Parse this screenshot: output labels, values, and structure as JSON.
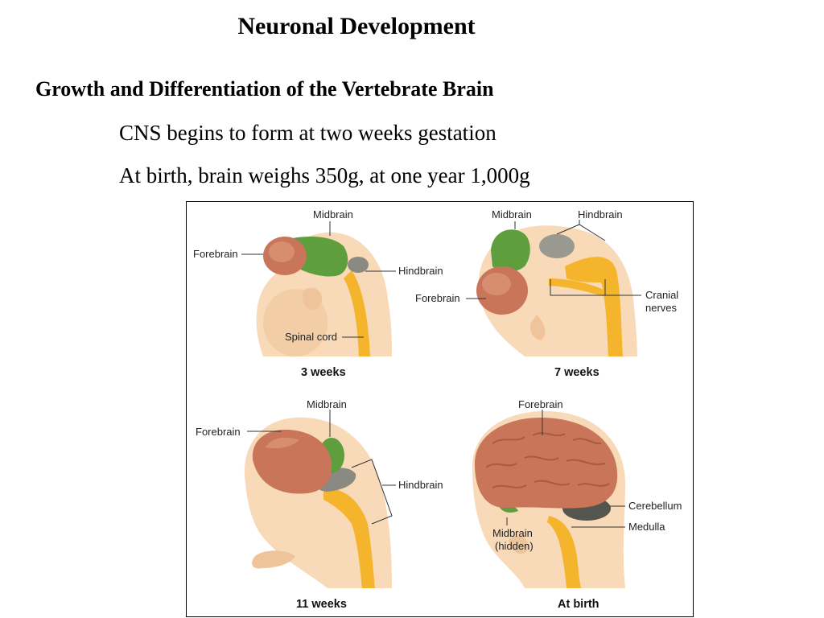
{
  "slide": {
    "title": "Neuronal Development",
    "subtitle": "Growth and Differentiation of the Vertebrate Brain",
    "bullets": [
      "CNS begins to form at two weeks gestation",
      "At birth, brain weighs 350g, at one year 1,000g"
    ]
  },
  "figure": {
    "panels": [
      {
        "caption": "3 weeks",
        "labels": [
          "Midbrain",
          "Forebrain",
          "Hindbrain",
          "Spinal cord"
        ]
      },
      {
        "caption": "7 weeks",
        "labels": [
          "Midbrain",
          "Hindbrain",
          "Forebrain",
          "Cranial",
          "nerves"
        ]
      },
      {
        "caption": "11 weeks",
        "labels": [
          "Midbrain",
          "Forebrain",
          "Hindbrain"
        ]
      },
      {
        "caption": "At birth",
        "labels": [
          "Forebrain",
          "Cerebellum",
          "Medulla",
          "Midbrain",
          "(hidden)"
        ]
      }
    ],
    "colors": {
      "skin": "#f8d9b8",
      "skin_shade": "#f0c49a",
      "forebrain": "#c8755a",
      "midbrain": "#5e9e3c",
      "hindbrain": "#8a8a82",
      "spinal_cord": "#f4b52c"
    }
  }
}
